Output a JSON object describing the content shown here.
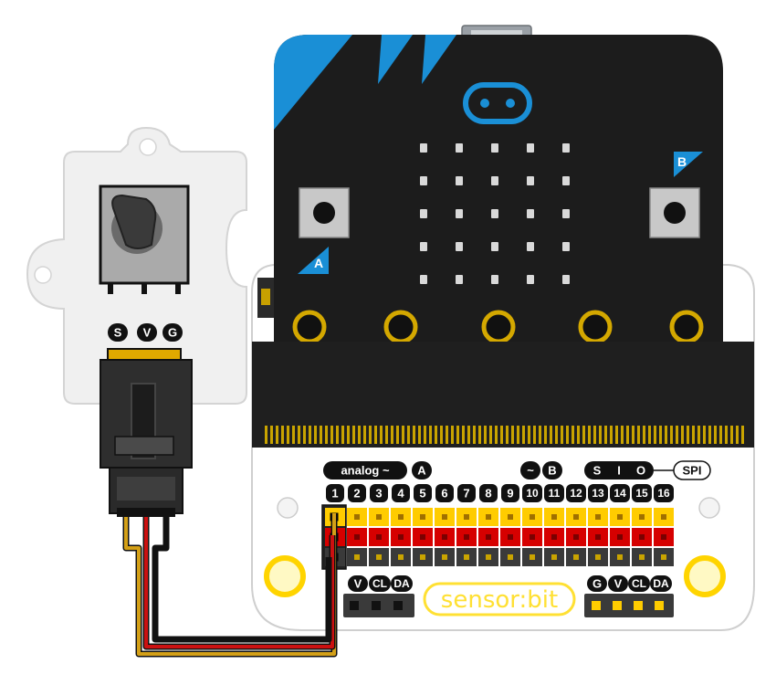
{
  "microbit": {
    "button_a": "A",
    "button_b": "B"
  },
  "sensor_module": {
    "pin_labels": [
      "S",
      "V",
      "G"
    ]
  },
  "sensorbit": {
    "brand": "sensor:bit",
    "tag_analog": "analog ~",
    "tag_a": "A",
    "tag_pwm": "~",
    "tag_b": "B",
    "tag_s": "S",
    "tag_i": "I",
    "tag_o": "O",
    "tag_spi": "SPI",
    "pin_numbers": [
      "1",
      "2",
      "3",
      "4",
      "5",
      "6",
      "7",
      "8",
      "9",
      "10",
      "11",
      "12",
      "13",
      "14",
      "15",
      "16"
    ],
    "i2c_left": [
      "V",
      "CL",
      "DA"
    ],
    "i2c_right": [
      "G",
      "V",
      "CL",
      "DA"
    ]
  },
  "colors": {
    "wire_yellow": "#d4a017",
    "wire_red": "#cc1010",
    "wire_black": "#111111",
    "header_yellow": "#ffcc00",
    "header_red": "#d60000",
    "header_black": "#3a3a3a",
    "microbit_blue": "#1a8fd6"
  }
}
